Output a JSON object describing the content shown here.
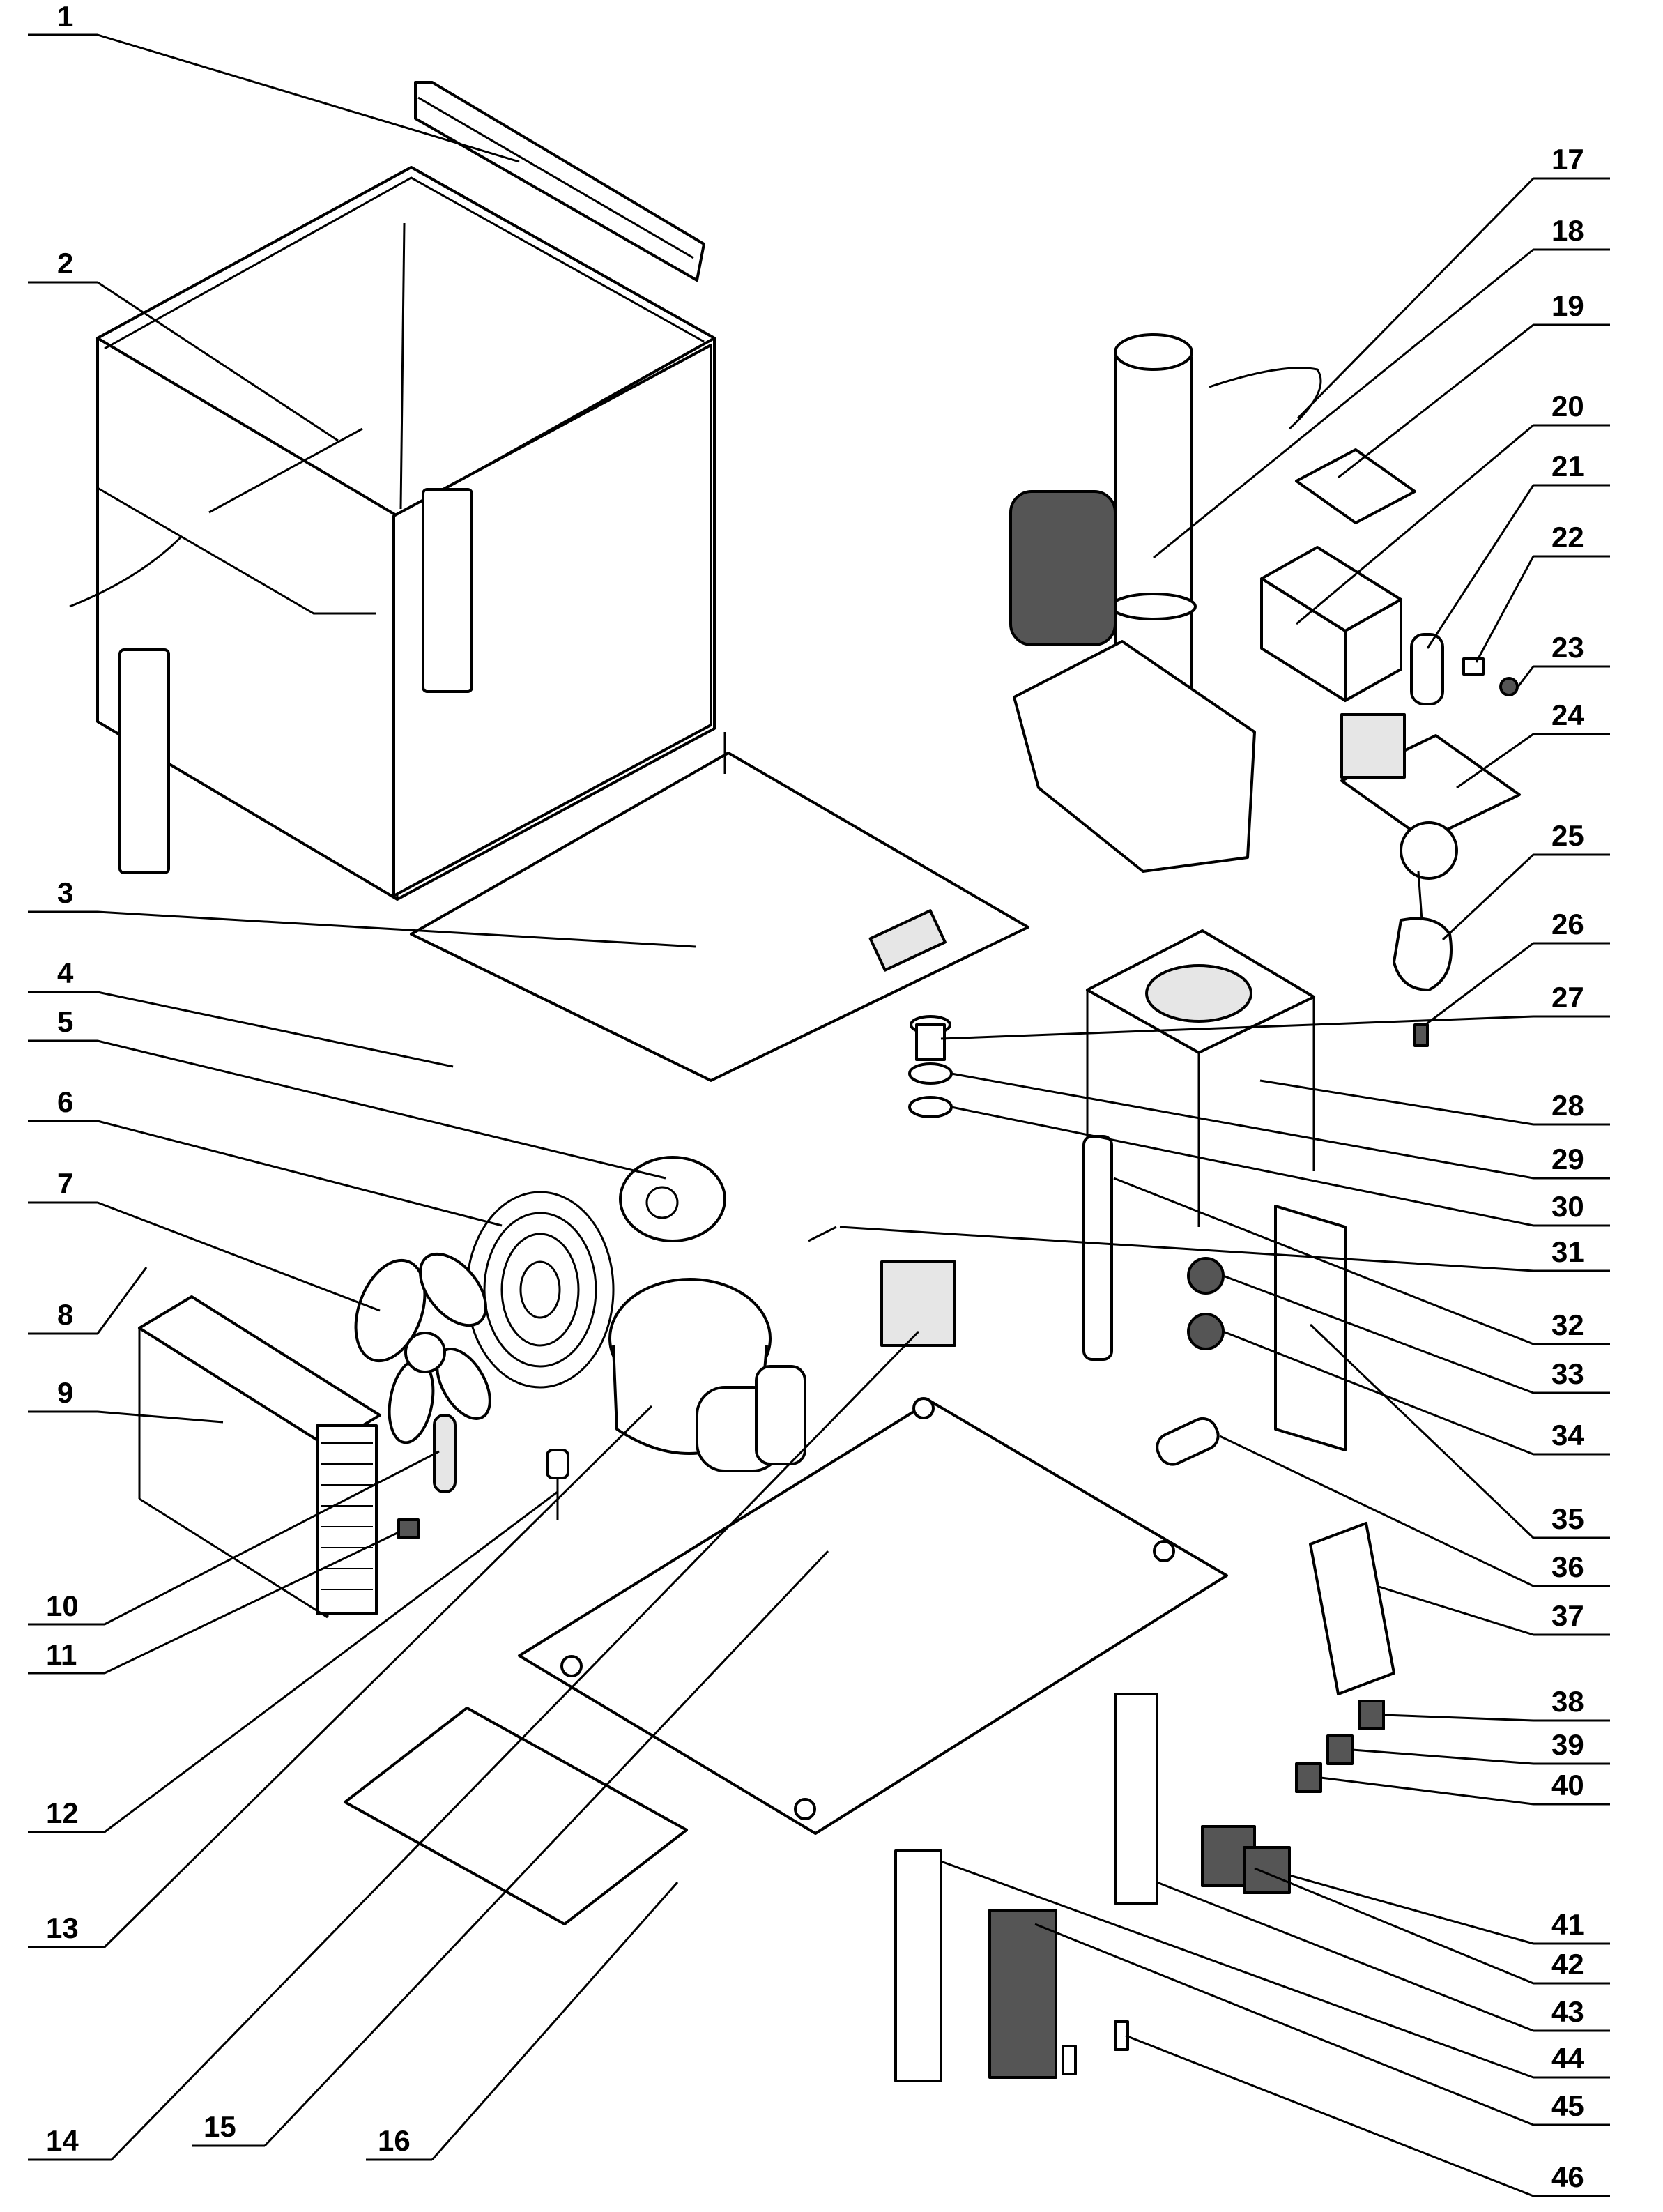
{
  "callouts": [
    {
      "number": "1"
    },
    {
      "number": "2"
    },
    {
      "number": "3"
    },
    {
      "number": "4"
    },
    {
      "number": "5"
    },
    {
      "number": "6"
    },
    {
      "number": "7"
    },
    {
      "number": "8"
    },
    {
      "number": "9"
    },
    {
      "number": "10"
    },
    {
      "number": "11"
    },
    {
      "number": "12"
    },
    {
      "number": "13"
    },
    {
      "number": "14"
    },
    {
      "number": "15"
    },
    {
      "number": "16"
    },
    {
      "number": "17"
    },
    {
      "number": "18"
    },
    {
      "number": "19"
    },
    {
      "number": "20"
    },
    {
      "number": "21"
    },
    {
      "number": "22"
    },
    {
      "number": "23"
    },
    {
      "number": "24"
    },
    {
      "number": "25"
    },
    {
      "number": "26"
    },
    {
      "number": "27"
    },
    {
      "number": "28"
    },
    {
      "number": "29"
    },
    {
      "number": "30"
    },
    {
      "number": "31"
    },
    {
      "number": "32"
    },
    {
      "number": "33"
    },
    {
      "number": "34"
    },
    {
      "number": "35"
    },
    {
      "number": "36"
    },
    {
      "number": "37"
    },
    {
      "number": "38"
    },
    {
      "number": "39"
    },
    {
      "number": "40"
    },
    {
      "number": "41"
    },
    {
      "number": "42"
    },
    {
      "number": "43"
    },
    {
      "number": "44"
    },
    {
      "number": "45"
    },
    {
      "number": "46"
    }
  ],
  "colors": {
    "ink": "#000000",
    "paper": "#ffffff",
    "shade": "#e6e6e6"
  }
}
